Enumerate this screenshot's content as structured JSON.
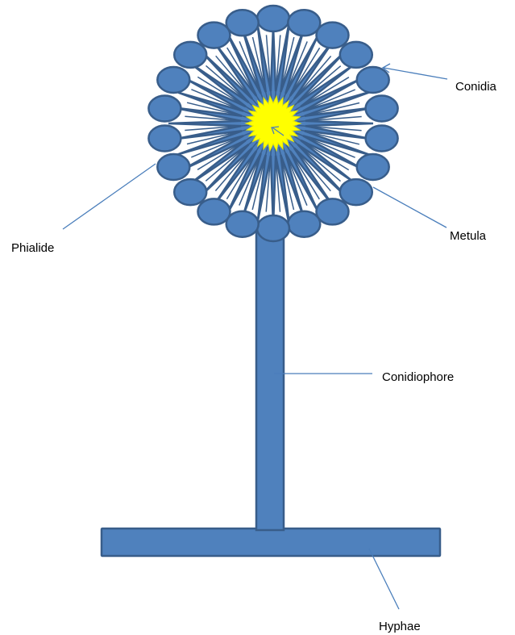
{
  "colors": {
    "body_fill": "#4f81bd",
    "body_stroke": "#385d8a",
    "vesicle_fill": "#ffff00",
    "leader_line": "#4a7ebb",
    "background": "#ffffff"
  },
  "labels": {
    "conidia": "Conidia",
    "metula": "Metula",
    "phialide": "Phialide",
    "conidiophore": "Conidiophore",
    "hyphae": "Hyphae"
  },
  "structures": {
    "conidia_count": 22,
    "spike_count": 40
  }
}
